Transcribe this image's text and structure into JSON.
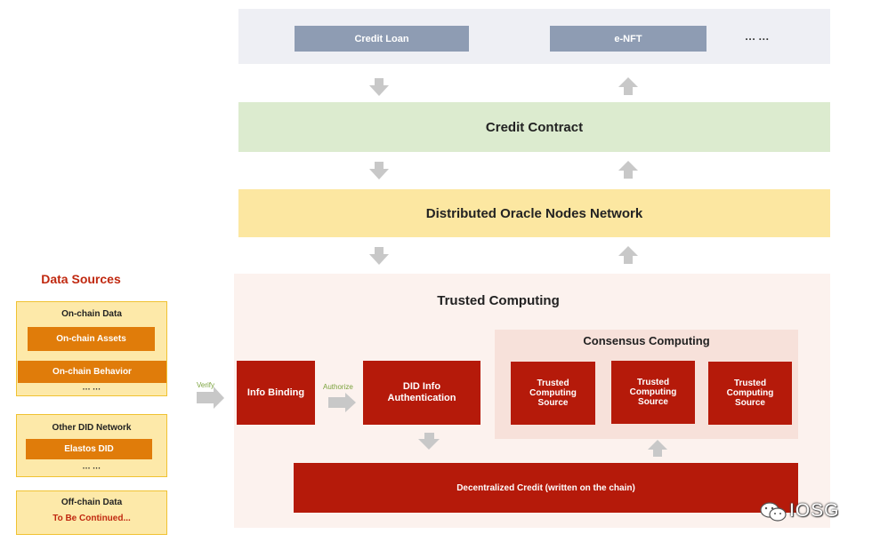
{
  "app_layer": {
    "items": [
      "Credit Loan",
      "e-NFT"
    ],
    "ellipsis": "··· ···"
  },
  "credit_contract": "Credit Contract",
  "oracle_network": "Distributed Oracle Nodes Network",
  "trusted_computing": {
    "title": "Trusted Computing",
    "info_binding": "Info Binding",
    "authorize_label": "Authorize",
    "did_auth_line1": "DID Info",
    "did_auth_line2": "Authentication",
    "consensus_title": "Consensus Computing",
    "source_line1": "Trusted",
    "source_line2": "Computing",
    "source_line3": "Source",
    "decentralized_credit": "Decentralized Credit (written on the chain)"
  },
  "data_sources": {
    "title": "Data Sources",
    "onchain": {
      "title": "On-chain Data",
      "assets": "On-chain Assets",
      "behavior": "On-chain Behavior",
      "more": "··· ···"
    },
    "did": {
      "title": "Other DID Network",
      "elastos": "Elastos DID",
      "more": "··· ···"
    },
    "offchain": {
      "title": "Off-chain Data",
      "todo": "To Be Continued..."
    }
  },
  "verify_label": "Verify",
  "watermark": "IOSG",
  "colors": {
    "app_box": "#8e9cb3",
    "contract_band": "#dcebcf",
    "oracle_band": "#fce7a1",
    "trusted_panel": "#fcf2ee",
    "consensus_panel": "#f7e1da",
    "red_box": "#b51a0a",
    "orange_bar": "#e07c0a",
    "source_card": "#fde9a9",
    "arrow": "#c8c8c8"
  },
  "icons": [
    "arrow-down-icon",
    "arrow-up-icon",
    "arrow-right-icon",
    "wechat-icon"
  ]
}
